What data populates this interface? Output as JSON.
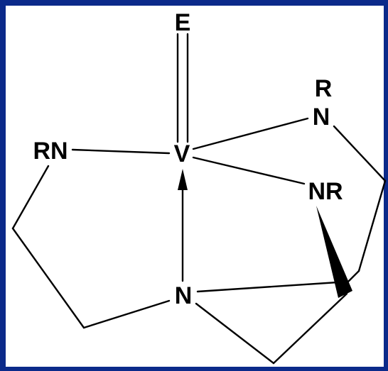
{
  "diagram": {
    "atoms": {
      "e": "E",
      "v": "V",
      "n_center": "N",
      "rn_left": "RN",
      "r_top": "R",
      "n_top": "N",
      "nr_right": "NR"
    },
    "colors": {
      "frame": "#0b2a8a",
      "background": "#ffffff",
      "ink": "#000000"
    }
  }
}
